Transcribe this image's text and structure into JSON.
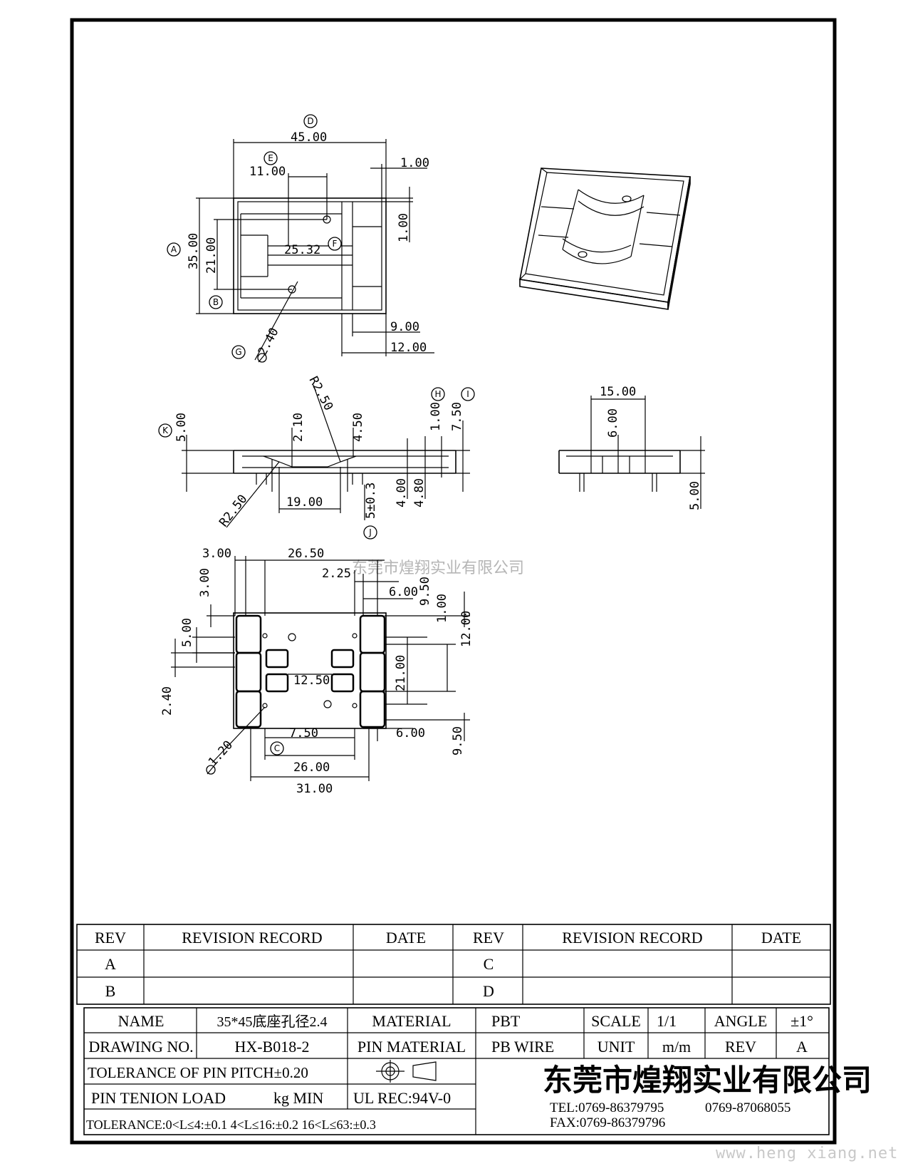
{
  "dimensions": {
    "top_view": {
      "d45": "45.00",
      "d1_00_h": "1.00",
      "d11": "11.00",
      "d1_00_v": "1.00",
      "d35": "35.00",
      "d21": "21.00",
      "d25_32": "25.32",
      "d9": "9.00",
      "d12": "12.00",
      "d2_40": "2.40"
    },
    "front_view": {
      "d5": "5.00",
      "d2_10": "2.10",
      "dR2_50_top": "R2.50",
      "d4_50": "4.50",
      "d1_00": "1.00",
      "d7_50": "7.50",
      "dR2_50_bot": "R2.50",
      "d19": "19.00",
      "d5_03": "5±0.3",
      "d4_00": "4.00",
      "d4_80": "4.80"
    },
    "side_view": {
      "d15": "15.00",
      "d6": "6.00",
      "d5": "5.00"
    },
    "bottom_view": {
      "d3_00_h": "3.00",
      "d26_50": "26.50",
      "d2_25": "2.25",
      "d6_00_top": "6.00",
      "d3_00_v": "3.00",
      "d9_50_top": "9.50",
      "d1_00": "1.00",
      "d12": "12.00",
      "d5_00": "5.00",
      "d21": "21.00",
      "d12_50": "12.50",
      "d2_40": "2.40",
      "d7_50": "7.50",
      "d6_00_bot": "6.00",
      "d9_50_bot": "9.50",
      "d1_20": "1.20",
      "d26_00": "26.00",
      "d31_00": "31.00"
    }
  },
  "callouts": {
    "A": "A",
    "B": "B",
    "C": "C",
    "D": "D",
    "E": "E",
    "F": "F",
    "G": "G",
    "H": "H",
    "I": "I",
    "J": "J",
    "K": "K"
  },
  "watermark": {
    "center_text": "东莞市煌翔实业有限公司",
    "corner_text": "www.heng xiang.net"
  },
  "revision_table": {
    "headers": [
      "REV",
      "REVISION RECORD",
      "DATE",
      "REV",
      "REVISION RECORD",
      "DATE"
    ],
    "rows": [
      [
        "A",
        "",
        "",
        "C",
        "",
        ""
      ],
      [
        "B",
        "",
        "",
        "D",
        "",
        ""
      ]
    ]
  },
  "title_block": {
    "name_label": "NAME",
    "name_value": "35*45底座孔径2.4",
    "material_label": "MATERIAL",
    "material_value": "PBT",
    "scale_label": "SCALE",
    "scale_value": "1/1",
    "angle_label": "ANGLE",
    "angle_value": "±1°",
    "drawing_no_label": "DRAWING NO.",
    "drawing_no_value": "HX-B018-2",
    "pin_material_label": "PIN MATERIAL",
    "pin_material_value": "PB WIRE",
    "unit_label": "UNIT",
    "unit_value": "m/m",
    "rev_label": "REV",
    "rev_value": "A",
    "tolerance_pin_pitch": "TOLERANCE OF PIN PITCH±0.20",
    "pin_tension_label": "PIN TENION LOAD",
    "pin_tension_unit": "kg MIN",
    "ul_rec": "UL REC:94V-0",
    "tolerance_general": "TOLERANCE:0<L≤4:±0.1  4<L≤16:±0.2  16<L≤63:±0.3",
    "company_name": "东莞市煌翔实业有限公司",
    "tel": "TEL:0769-86379795",
    "tel2": "0769-87068055",
    "fax": "FAX:0769-86379796"
  }
}
